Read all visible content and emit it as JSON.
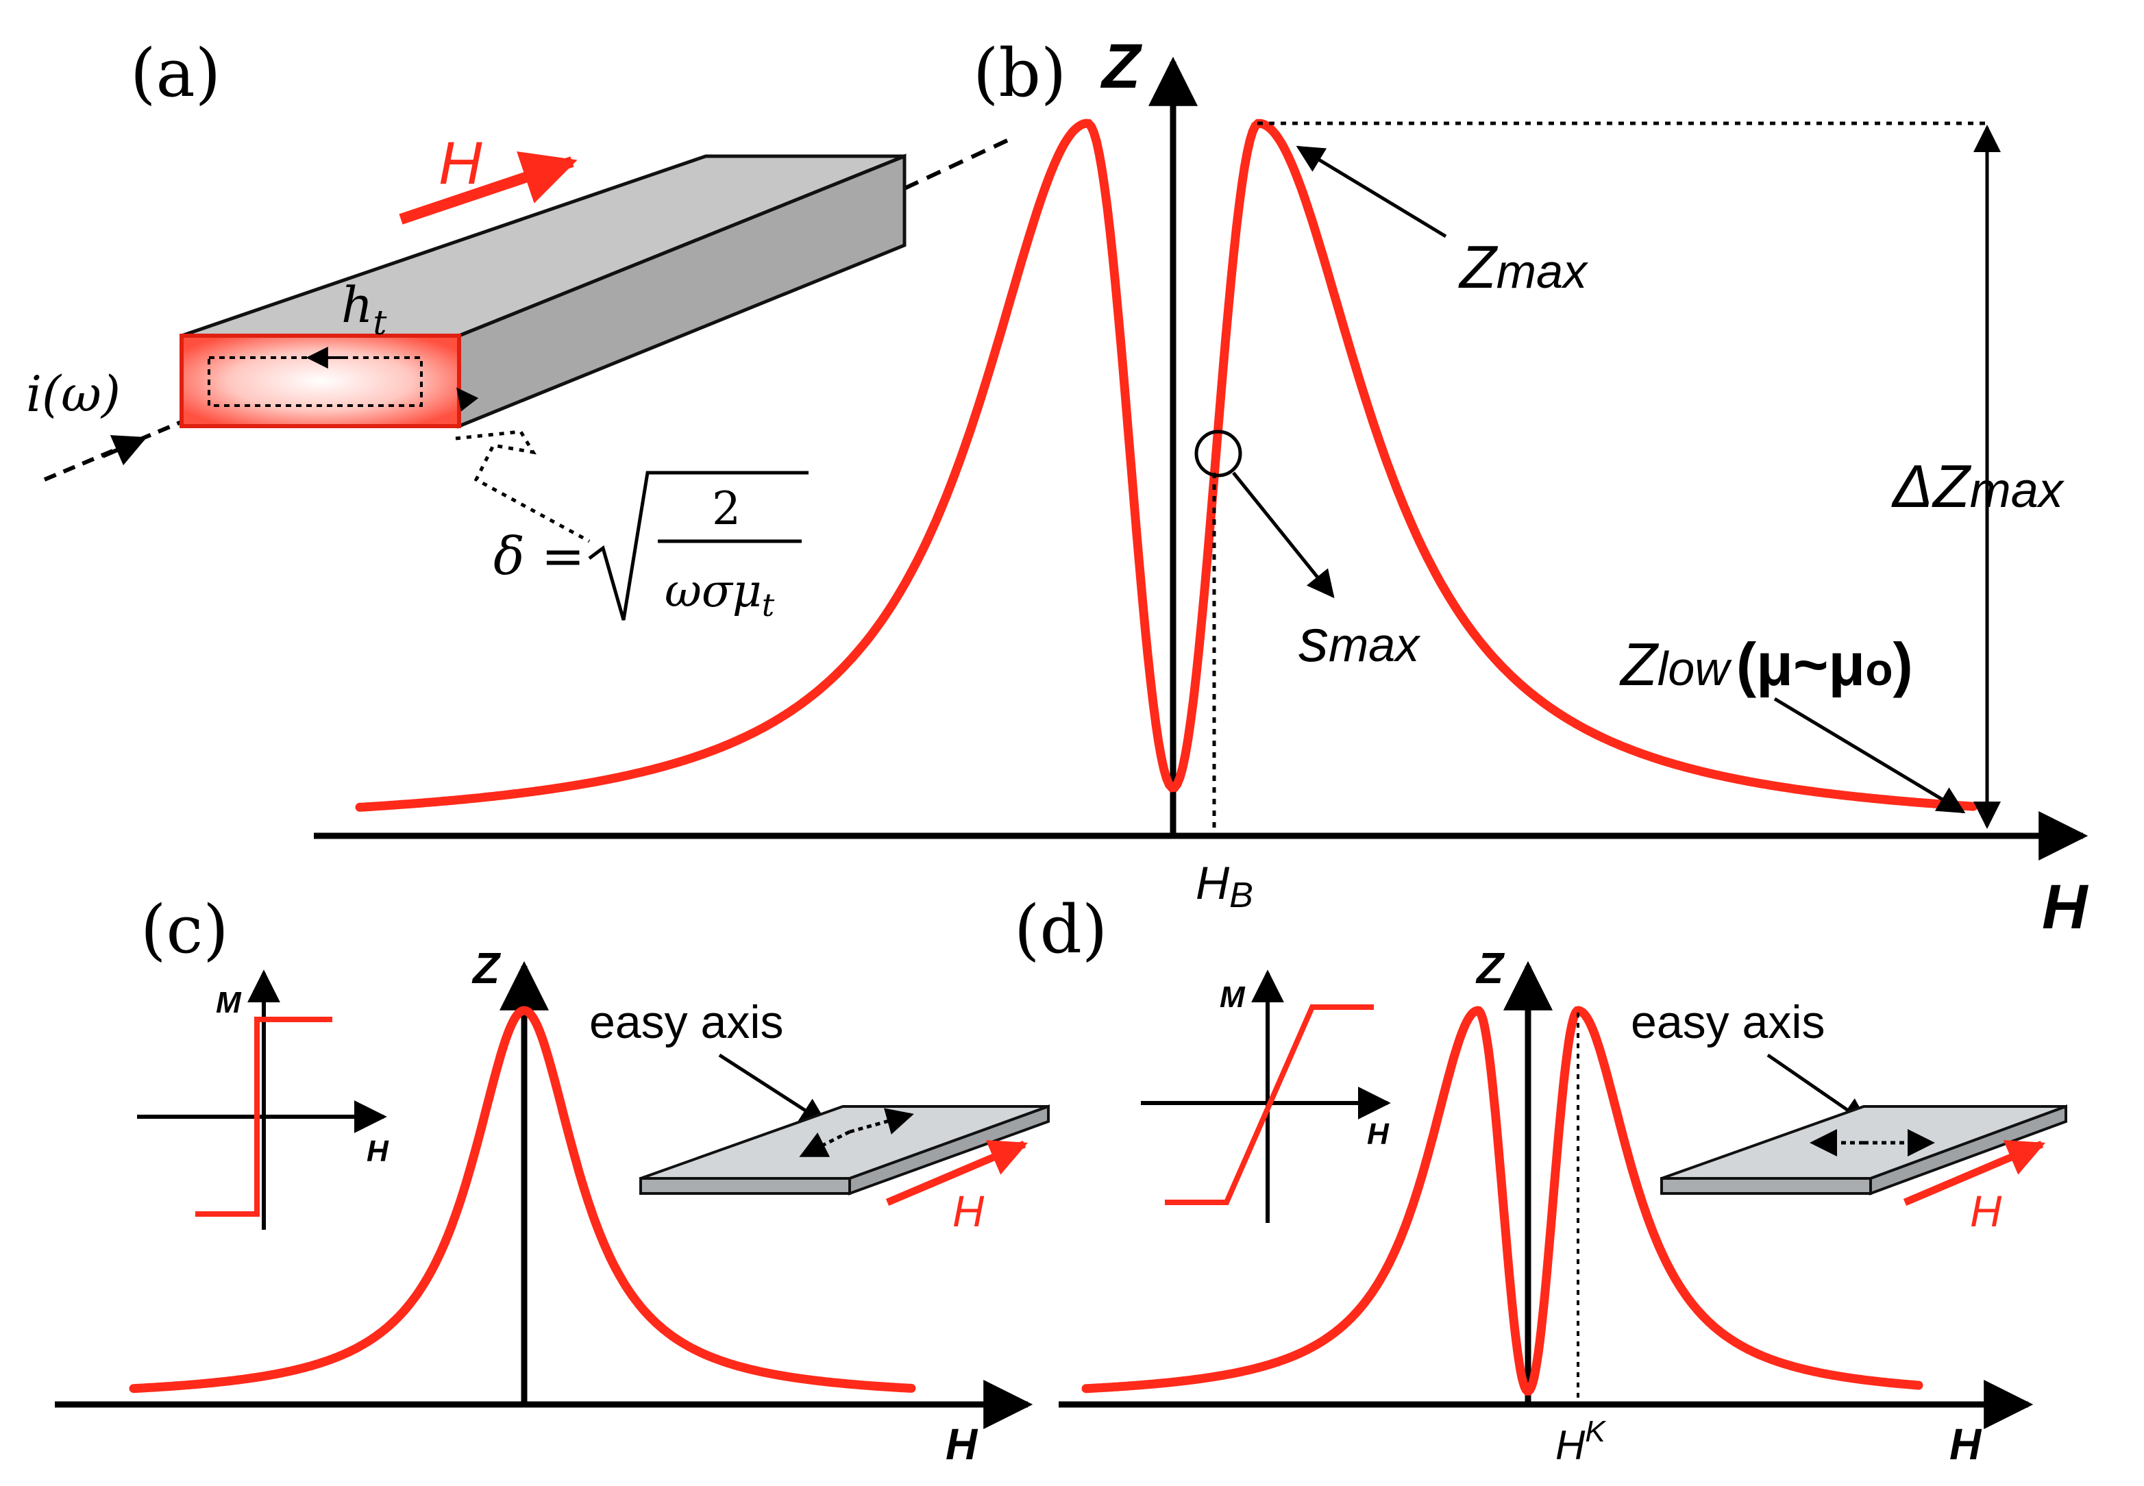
{
  "colors": {
    "curve": "#ff2a1a",
    "axis": "#000000",
    "bar_top": "#c7c7c7",
    "bar_side": "#a9a9a9",
    "plate": "#d2d6d9"
  },
  "panel_a": {
    "label": "(a)",
    "field": "H",
    "thickness": "h",
    "thickness_sub": "t",
    "current": "i(ω)",
    "skin_lhs": "δ =",
    "skin_num": "2",
    "skin_den_main": "ωσμ",
    "skin_den_sub": "t"
  },
  "panel_b": {
    "label": "(b)",
    "y_axis": "Z",
    "x_axis": "H",
    "z_max": "Z",
    "z_max_sub": "max",
    "delta_z": "ΔZ",
    "delta_z_sub": "max",
    "s_max": "s",
    "s_max_sub": "max",
    "z_low": "Z",
    "z_low_sub": "low",
    "z_low_cond": "(μ~μ",
    "z_low_cond_sub": "o",
    "z_low_cond_end": ")",
    "h_b": "H",
    "h_b_sub": "B"
  },
  "panel_c": {
    "label": "(c)",
    "y_axis": "Z",
    "x_axis": "H",
    "inset_m": "M",
    "inset_h": "H",
    "easy_axis": "easy axis",
    "field": "H"
  },
  "panel_d": {
    "label": "(d)",
    "y_axis": "Z",
    "x_axis": "H",
    "inset_m": "M",
    "inset_h": "H",
    "easy_axis": "easy axis",
    "field": "H",
    "h_k": "H",
    "h_k_sup": "K"
  }
}
